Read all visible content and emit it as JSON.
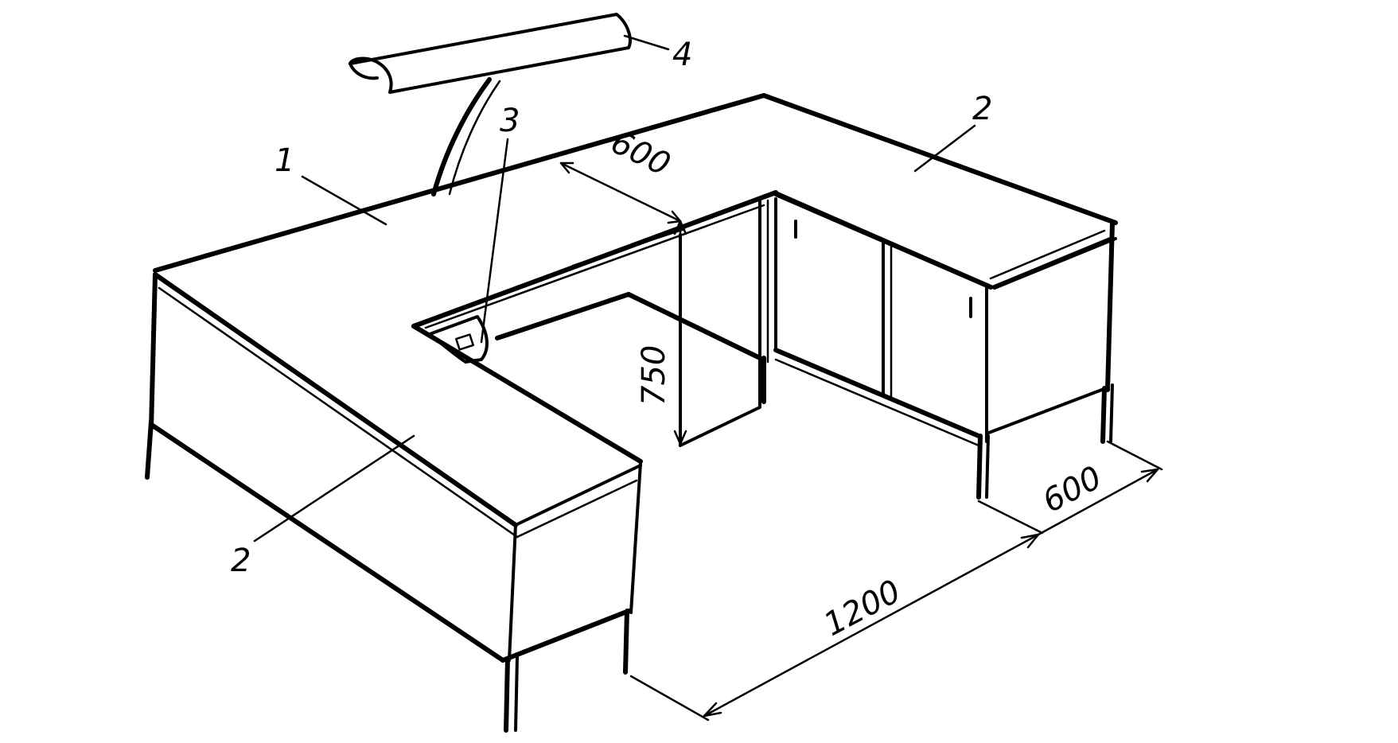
{
  "labels": {
    "part_1": "1",
    "part_2_right": "2",
    "part_2_left": "2",
    "part_3": "3",
    "part_4": "4"
  },
  "dimensions": {
    "depth_top": "600",
    "height": "750",
    "depth_right": "600",
    "width": "1200"
  },
  "colors": {
    "ink": "#000000",
    "paper": "#ffffff"
  }
}
